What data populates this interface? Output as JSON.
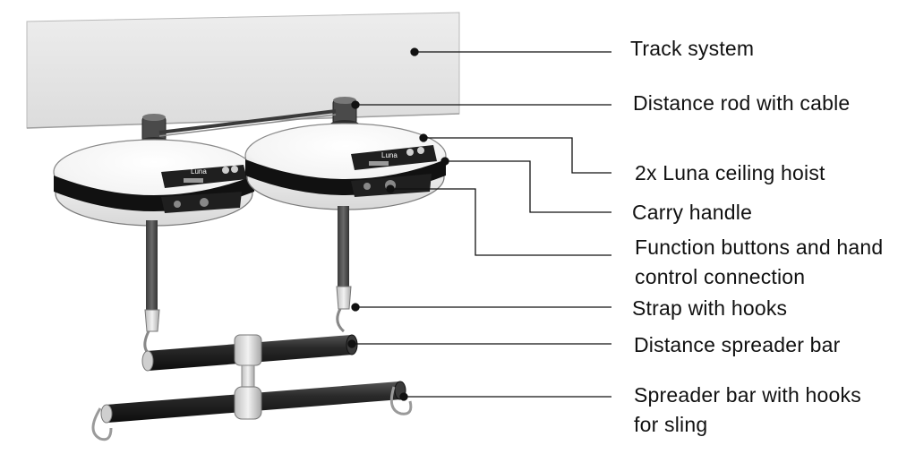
{
  "callouts": [
    {
      "id": "track-system",
      "lines": [
        "Track system"
      ]
    },
    {
      "id": "distance-rod",
      "lines": [
        "Distance rod with cable"
      ]
    },
    {
      "id": "ceiling-hoist",
      "lines": [
        "2x Luna ceiling hoist"
      ]
    },
    {
      "id": "carry-handle",
      "lines": [
        "Carry handle"
      ]
    },
    {
      "id": "function-buttons",
      "lines": [
        "Function buttons and hand",
        "control connection"
      ]
    },
    {
      "id": "strap-hooks",
      "lines": [
        "Strap with hooks"
      ]
    },
    {
      "id": "distance-spreader",
      "lines": [
        "Distance spreader bar"
      ]
    },
    {
      "id": "spreader-bar",
      "lines": [
        "Spreader bar with hooks",
        "for sling"
      ]
    }
  ],
  "device": {
    "brand_text": "Luna"
  }
}
